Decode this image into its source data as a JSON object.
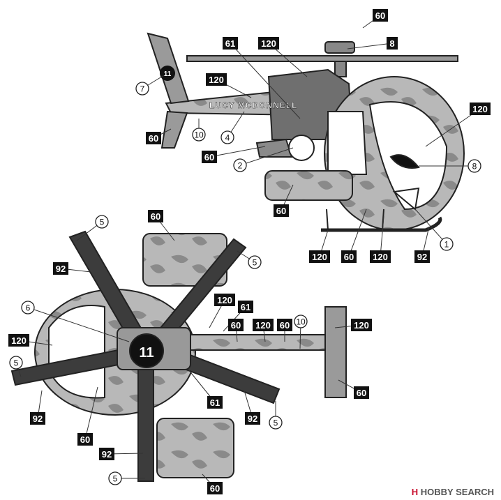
{
  "nose_name": "LUCY MCDONNELL",
  "emblem_number": "11",
  "colors": {
    "tag_fill": "#111111",
    "tag_text": "#ffffff",
    "camo_60": "#b8b8b8",
    "camo_120": "#7a7a7a",
    "dark_92": "#3c3c3c",
    "outline": "#222222"
  },
  "side_view": {
    "code_tags": [
      "60",
      "8",
      "61",
      "120",
      "120",
      "120",
      "60",
      "60",
      "60",
      "120",
      "60",
      "120",
      "92"
    ],
    "circled_numbers": [
      "7",
      "4",
      "10",
      "2",
      "8",
      "1"
    ]
  },
  "top_view": {
    "code_tags": [
      "60",
      "92",
      "120",
      "61",
      "60",
      "120",
      "60",
      "120",
      "120",
      "92",
      "60",
      "60",
      "61",
      "92",
      "92",
      "60"
    ],
    "circled_numbers": [
      "5",
      "5",
      "6",
      "10",
      "5",
      "5",
      "5"
    ]
  },
  "watermark": {
    "logo": "H",
    "text": "HOBBY SEARCH"
  }
}
